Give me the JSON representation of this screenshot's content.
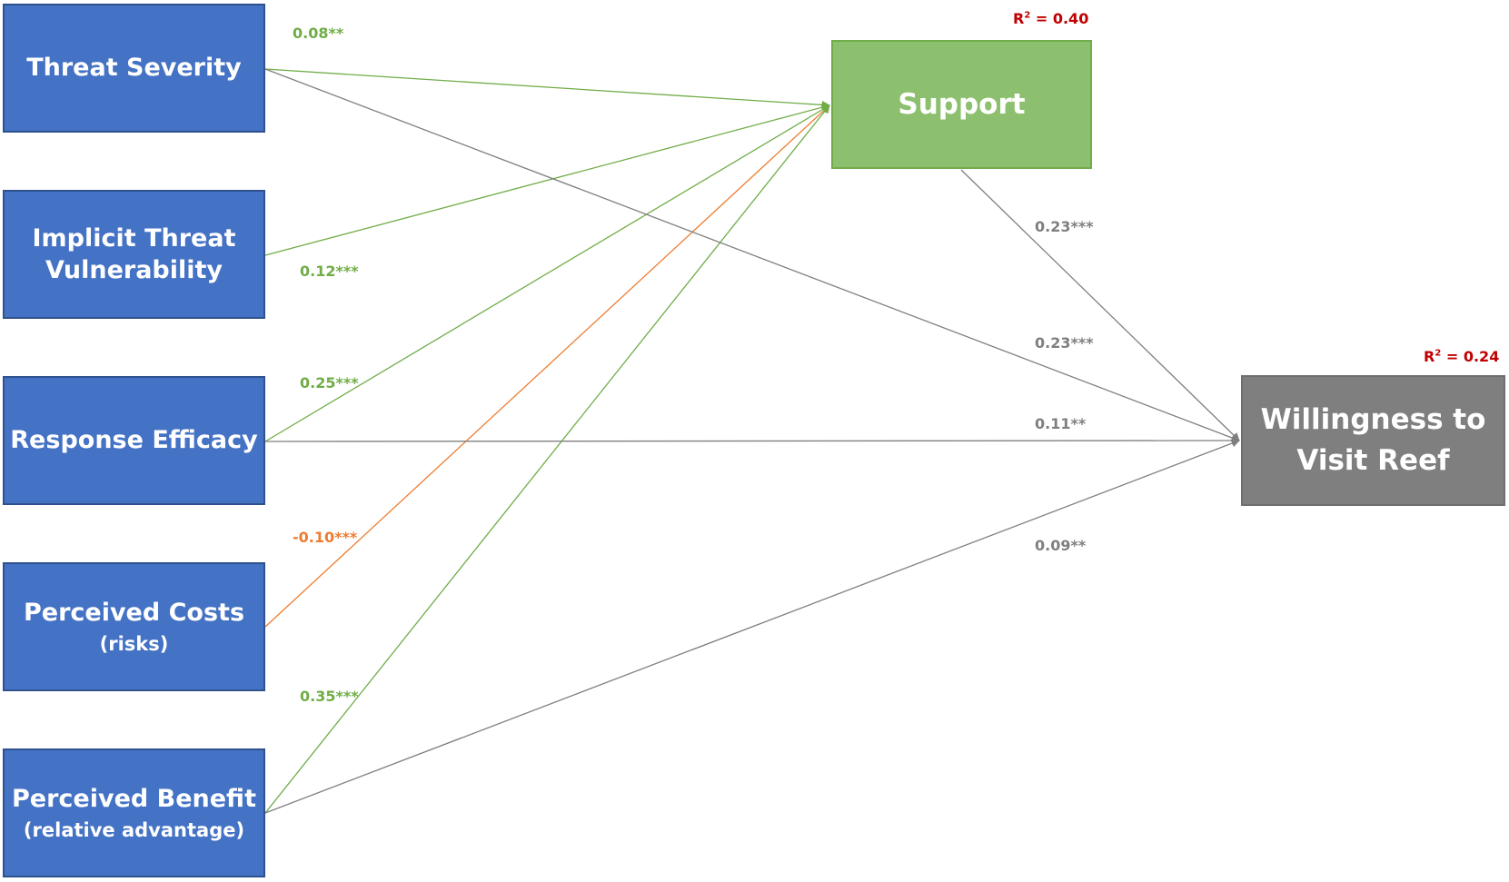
{
  "predictors": {
    "threat_severity": {
      "line1": "Threat Severity",
      "line2": "",
      "sub": ""
    },
    "implicit_threat": {
      "line1": "Implicit Threat",
      "line2": "Vulnerability",
      "sub": ""
    },
    "response_efficacy": {
      "line1": "Response Efficacy",
      "line2": "",
      "sub": ""
    },
    "perceived_costs": {
      "line1": "Perceived Costs",
      "line2": "",
      "sub": "(risks)"
    },
    "perceived_benefit": {
      "line1": "Perceived Benefit",
      "line2": "",
      "sub": "(relative advantage)"
    }
  },
  "mediator": {
    "label": "Support",
    "r2_prefix": "R",
    "r2_sup": "2",
    "r2_value": " = 0.40"
  },
  "outcome": {
    "line1": "Willingness to",
    "line2": "Visit Reef",
    "r2_prefix": "R",
    "r2_sup": "2",
    "r2_value": " = 0.24"
  },
  "paths": {
    "threat_to_support": "0.08**",
    "implicit_to_support": "0.12***",
    "efficacy_to_support": "0.25***",
    "costs_to_support": "-0.10***",
    "benefit_to_support": "0.35***",
    "support_to_outcome": "0.23***",
    "threat_to_outcome": "0.23***",
    "efficacy_to_outcome": "0.11**",
    "benefit_to_outcome": "0.09**"
  },
  "colors": {
    "predictor_fill": "#4472c4",
    "support_fill": "#8dc06e",
    "outcome_fill": "#7f7f7f",
    "positive_path": "#70ad47",
    "negative_path": "#ed7d31",
    "outcome_path": "#7f7f7f",
    "r2_text": "#c00000"
  }
}
